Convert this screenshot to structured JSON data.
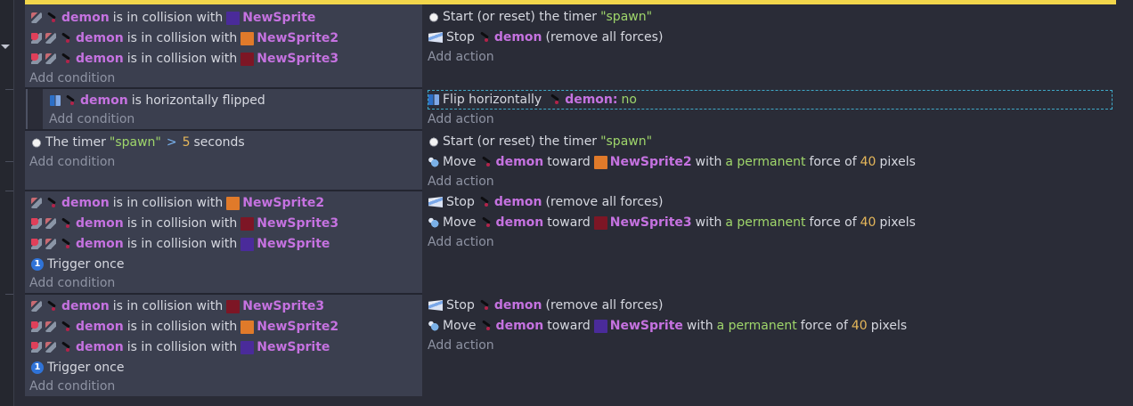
{
  "colors": {
    "topbar": "#f2d64b",
    "object": "#c572e0",
    "string": "#9fd66b",
    "number": "#e6b75a",
    "newsprite": "#4a2b9a",
    "newsprite2": "#e07a2a",
    "newsprite3": "#7d1625"
  },
  "common": {
    "demon": "demon",
    "is_in_collision_with": "is in collision with",
    "add_condition": "Add condition",
    "add_action": "Add action",
    "trigger_once": "Trigger once",
    "trigger_once_icon": "1",
    "stop": "Stop",
    "remove_all_forces": "(remove all forces)",
    "move": "Move",
    "toward": "toward",
    "with": "with",
    "a_permanent": "a permanent",
    "force_of": "force of",
    "pixels": "pixels",
    "force_value": "40",
    "start_timer": "Start (or reset) the timer",
    "spawn": "\"spawn\""
  },
  "objects": {
    "newsprite": "NewSprite",
    "newsprite2": "NewSprite2",
    "newsprite3": "NewSprite3"
  },
  "event2": {
    "is_horizontally_flipped": "is horizontally flipped",
    "flip_horizontally": "Flip horizontally",
    "demon_colon": "demon:",
    "no": "no"
  },
  "event3": {
    "the_timer": "The timer",
    "operator": ">",
    "value": "5",
    "seconds": "seconds"
  }
}
